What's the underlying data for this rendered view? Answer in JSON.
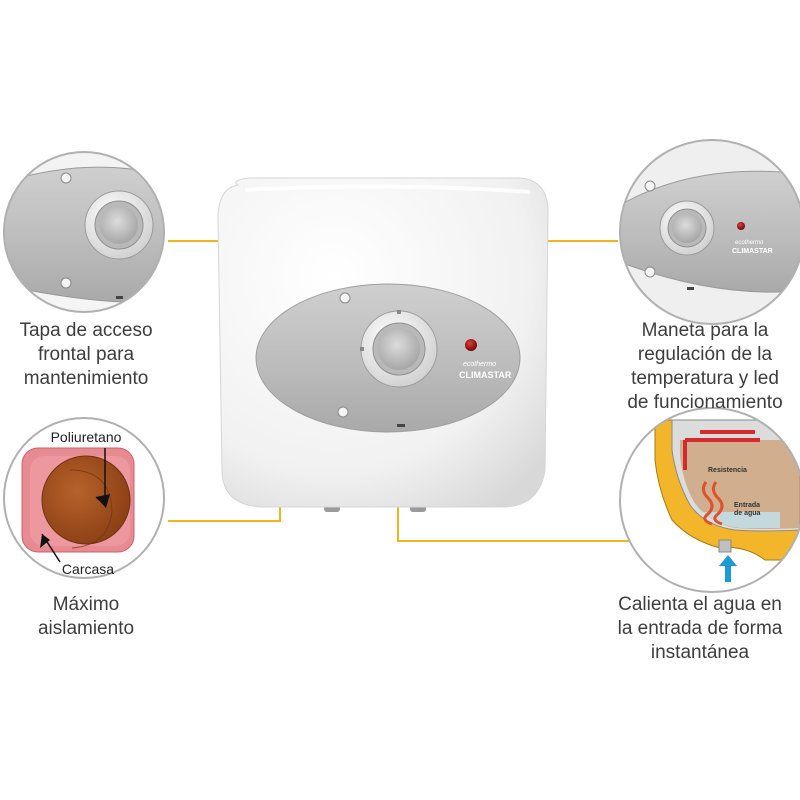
{
  "product": {
    "brand_small": "ecothermo",
    "brand_main": "CLIMASTAR"
  },
  "callouts": {
    "maintenance": {
      "lines": [
        "Tapa de acceso",
        "frontal para",
        "mantenimiento"
      ]
    },
    "regulation": {
      "lines": [
        "Maneta para la",
        "regulación de la",
        "temperatura y led",
        "de funcionamiento"
      ]
    },
    "insulation": {
      "lines": [
        "Máximo",
        "aislamiento"
      ],
      "label_inner": "Poliuretano",
      "label_outer": "Carcasa"
    },
    "heating": {
      "lines": [
        "Calienta el agua en",
        "la entrada de forma",
        "instantánea"
      ],
      "label_resistance": "Resistencia",
      "label_inlet_1": "Entrada",
      "label_inlet_2": "de agua"
    }
  },
  "colors": {
    "leader_line": "#f2b41e",
    "panel_grey": "#bdbdbd",
    "led_red": "#9a1010",
    "polyurethane": "#a9521f",
    "casing_pink": "#e88a92",
    "tank_yellow": "#f3b62a",
    "arrow_blue": "#1e9ad6"
  }
}
